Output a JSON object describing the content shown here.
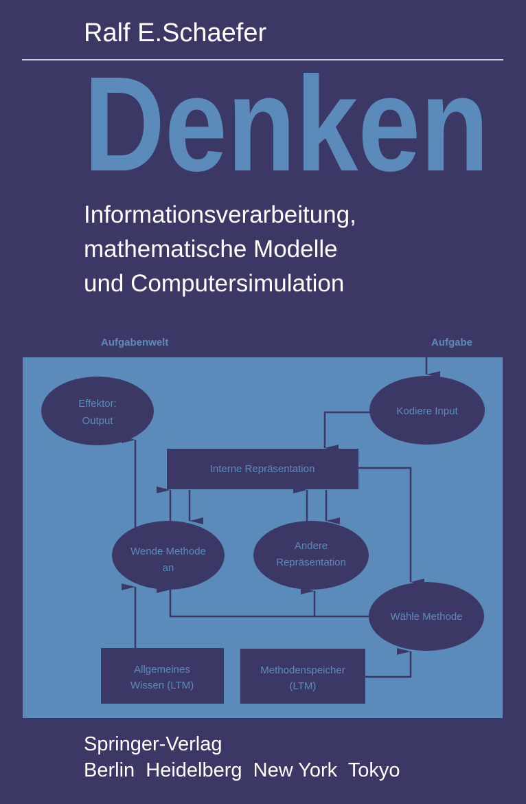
{
  "author": "Ralf E.Schaefer",
  "title": "Denken",
  "subtitle": [
    "Informationsverarbeitung,",
    "mathematische Modelle",
    "und Computersimulation"
  ],
  "diagram": {
    "outer_left_label": "Aufgabenwelt",
    "outer_right_label": "Aufgabe",
    "effektor": [
      "Effektor:",
      "Output"
    ],
    "kodiere": "Kodiere Input",
    "interne": "Interne Repräsentation",
    "wende": [
      "Wende Methode",
      "an"
    ],
    "andere": [
      "Andere",
      "Repräsentation"
    ],
    "waehle": "Wähle Methode",
    "allgemeines": [
      "Allgemeines",
      "Wissen (LTM)"
    ],
    "methodenspeicher": [
      "Methodenspeicher",
      "(LTM)"
    ]
  },
  "publisher": "Springer-Verlag",
  "cities": "Berlin  Heidelberg  New York  Tokyo",
  "colors": {
    "background": "#3c3866",
    "accent": "#5b8bbb",
    "text": "#ffffff"
  }
}
